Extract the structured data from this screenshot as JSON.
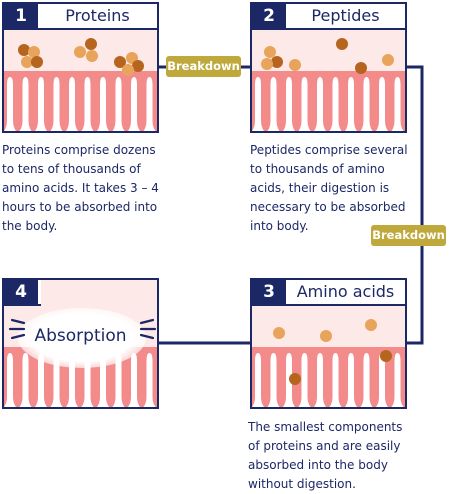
{
  "colors": {
    "navy": "#1c2766",
    "pink_bg": "#fde9e8",
    "villi": "#f48b8b",
    "pill": "#bfa83c",
    "dot_dark": "#b5651d",
    "dot_light": "#e8a45a"
  },
  "flow": {
    "breakdown_1": "Breakdown",
    "breakdown_2": "Breakdown"
  },
  "panels": [
    {
      "number": "1",
      "title": "Proteins",
      "description": "Proteins comprise dozens to tens of thousands of amino acids. It takes 3 – 4 hours to be absorbed into the body."
    },
    {
      "number": "2",
      "title": "Peptides",
      "description": "Peptides comprise several to thousands of amino acids, their digestion is necessary to be absorbed into body."
    },
    {
      "number": "3",
      "title": "Amino acids",
      "description": "The smallest components of proteins and are easily absorbed into the body without digestion."
    },
    {
      "number": "4",
      "title": "",
      "center_label": "Absorption",
      "description": ""
    }
  ]
}
